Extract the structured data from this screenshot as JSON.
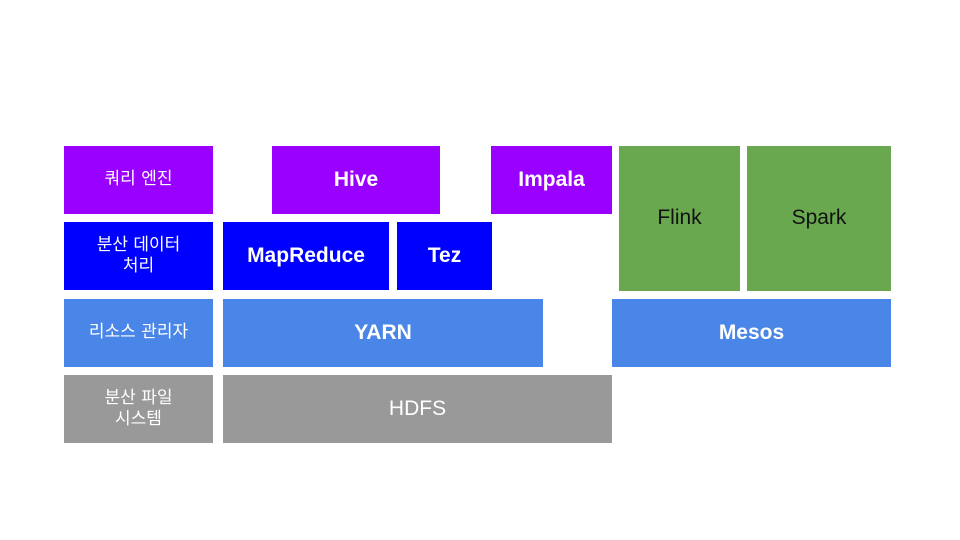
{
  "labels": {
    "query_engine": "쿼리 엔진",
    "distributed_processing": "분산 데이터\n처리",
    "resource_manager": "리소스 관리자",
    "distributed_fs": "분산 파일\n시스템"
  },
  "components": {
    "hive": "Hive",
    "impala": "Impala",
    "mapreduce": "MapReduce",
    "tez": "Tez",
    "yarn": "YARN",
    "mesos": "Mesos",
    "hdfs": "HDFS",
    "flink": "Flink",
    "spark": "Spark"
  },
  "colors": {
    "query_layer": "#9900ff",
    "processing_layer": "#0000ff",
    "resource_layer": "#4a86e8",
    "storage_layer": "#999999",
    "stream_engines": "#6aa84f"
  }
}
